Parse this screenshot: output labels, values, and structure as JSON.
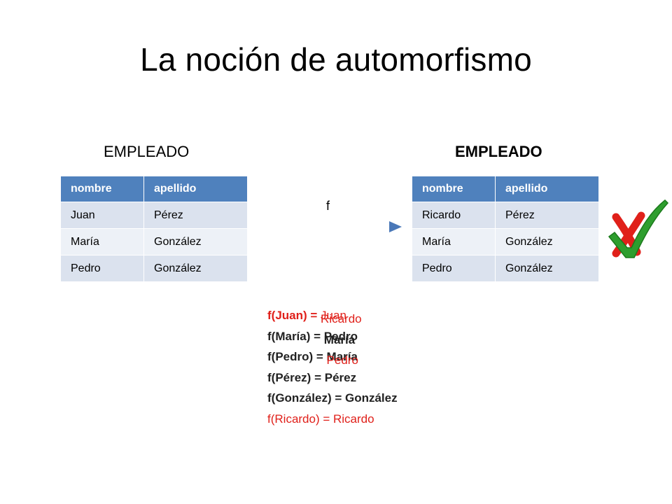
{
  "slide": {
    "title": "La noción de automorfismo"
  },
  "left_table": {
    "label": "EMPLEADO",
    "headers": [
      "nombre",
      "apellido"
    ],
    "rows": [
      [
        "Juan",
        "Pérez"
      ],
      [
        "María",
        "González"
      ],
      [
        "Pedro",
        "González"
      ]
    ]
  },
  "right_table": {
    "label": "EMPLEADO",
    "headers": [
      "nombre",
      "apellido"
    ],
    "rows": [
      [
        "Ricardo",
        "Pérez"
      ],
      [
        "María",
        "González"
      ],
      [
        "Pedro",
        "González"
      ]
    ]
  },
  "function_label": "f",
  "marks": {
    "check_color": "#2e9e2e",
    "cross_color": "#e0201a",
    "icons": [
      "check-icon",
      "cross-icon"
    ]
  },
  "mapping": {
    "lines": [
      {
        "lhs": "f(Juan) = ",
        "rhs_a": "Juan",
        "rhs_b": "Ricardo",
        "red": true
      },
      {
        "lhs": "f(María) = ",
        "rhs_a": "Pedro",
        "rhs_b": "María",
        "red": false
      },
      {
        "lhs": "f(Pedro) = ",
        "rhs_a": "María",
        "rhs_b": "Pedro",
        "red": false
      },
      {
        "lhs": "f(Pérez) = ",
        "rhs_a": "Pérez",
        "rhs_b": "",
        "red": false
      },
      {
        "lhs": "f(González) = ",
        "rhs_a": "González",
        "rhs_b": "",
        "red": false
      },
      {
        "lhs": "f(Ricardo) = ",
        "rhs_a": "Ricardo",
        "rhs_b": "",
        "red": true
      }
    ],
    "colors": {
      "dark": "#222222",
      "red": "#e0201a"
    }
  }
}
